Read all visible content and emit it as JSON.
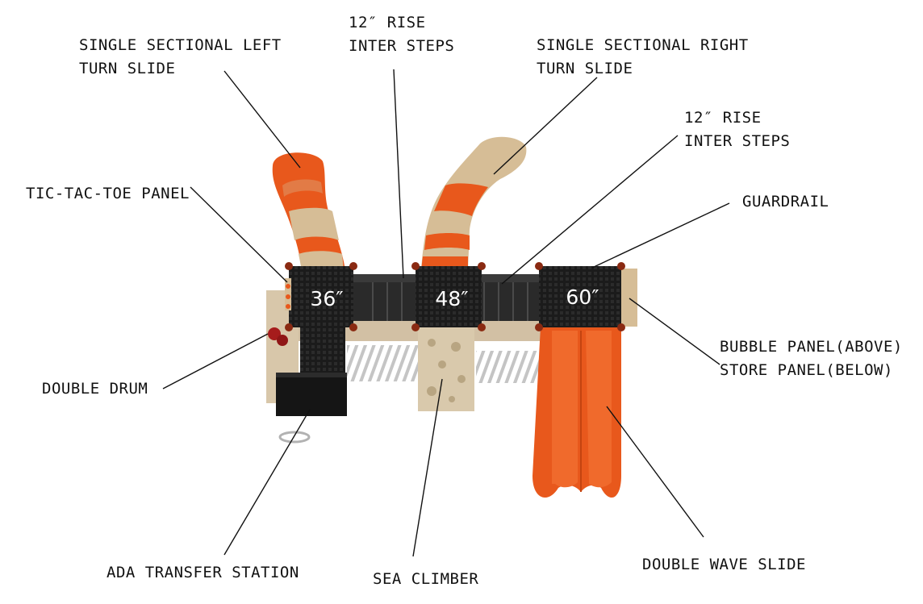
{
  "labels": {
    "left_turn_slide": [
      "SINGLE SECTIONAL LEFT",
      "TURN SLIDE"
    ],
    "inter_steps_top": [
      "12″ RISE",
      "INTER STEPS"
    ],
    "right_turn_slide": [
      "SINGLE SECTIONAL RIGHT",
      "TURN SLIDE"
    ],
    "inter_steps_right": [
      "12″ RISE",
      "INTER STEPS"
    ],
    "tic_tac_toe": "TIC-TAC-TOE PANEL",
    "guardrail": "GUARDRAIL",
    "bubble_panel": [
      "BUBBLE PANEL(ABOVE)",
      "STORE PANEL(BELOW)"
    ],
    "double_drum": "DOUBLE DRUM",
    "ada_transfer": "ADA TRANSFER STATION",
    "sea_climber": "SEA CLIMBER",
    "double_wave_slide": "DOUBLE WAVE SLIDE"
  },
  "decks": [
    "36″",
    "48″",
    "60″"
  ],
  "colors": {
    "orange": "#e8581c",
    "tan": "#d6bd96",
    "black": "#151515",
    "walkway": "#2a2a2a",
    "line": "#111111"
  }
}
